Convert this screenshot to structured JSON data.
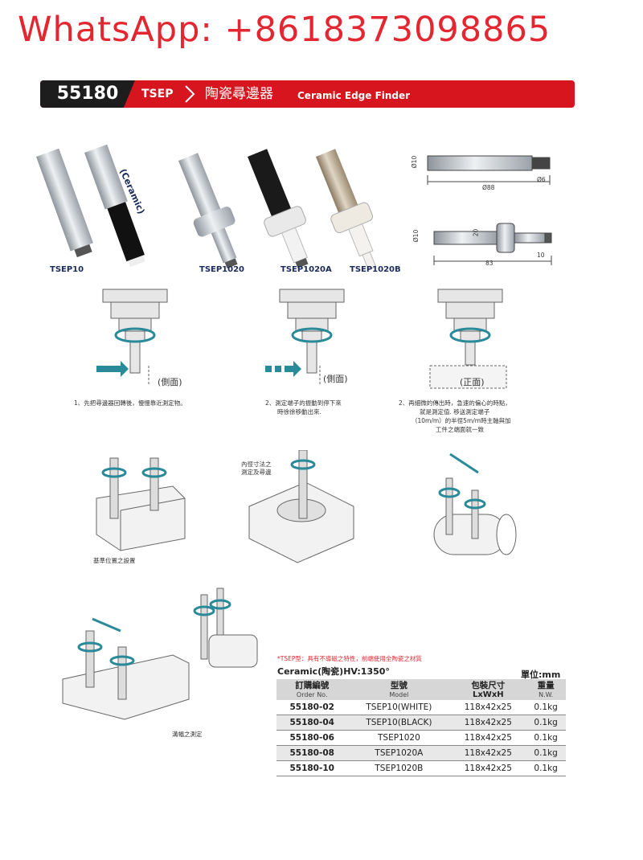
{
  "watermark": "WhatsApp: +8618373098865",
  "banner": {
    "code": "55180",
    "series": "TSEP",
    "title_cn": "陶瓷尋邊器",
    "title_en": "Ceramic Edge Finder"
  },
  "product_labels": {
    "ceramic_tag": "(Ceramic)",
    "p1": "TSEP10",
    "p2": "TSEP1020",
    "p3": "TSEP1020A",
    "p4": "TSEP1020B"
  },
  "dims": {
    "d10_top": "Ø10",
    "d6": "Ø6",
    "len88": "Ø88",
    "d10_bottom": "Ø10",
    "d20": "20",
    "len83": "83",
    "len10": "10"
  },
  "steps": {
    "side_view": "(側面)",
    "side_view2": "(側面)",
    "front_view": "(正面)",
    "step1": "1、先把尋邊器回轉後，慢慢靠近測定物。",
    "step2_l1": "2、測定端子的振動到停下來",
    "step2_l2": "時徐徐移動出來.",
    "step3_l1": "2、再細微的傳出時，急速的偏心的時點，",
    "step3_l2": "就是測定值. 移送測定端子",
    "step3_l3": "（10m/m）的半徑5m/m時主軸與加",
    "step3_l4": "工件之端面就一致"
  },
  "usage": {
    "ref_pos": "基準位置之設置",
    "inner_l1": "內徑寸法之",
    "inner_l2": "測定及尋邊",
    "groove": "溝幅之測定"
  },
  "spec": {
    "note": "*TSEP型：具有不導磁之特性，前端使用全陶瓷之材質",
    "material": "Ceramic(陶瓷)HV:1350°",
    "unit": "單位:mm",
    "headers": [
      {
        "cn": "訂購編號",
        "en": "Order No."
      },
      {
        "cn": "型號",
        "en": "Model"
      },
      {
        "cn": "包裝尺寸",
        "en": "LxWxH"
      },
      {
        "cn": "重量",
        "en": "N.W."
      }
    ],
    "rows": [
      {
        "order": "55180-02",
        "model": "TSEP10(WHITE)",
        "size": "118x42x25",
        "weight": "0.1kg"
      },
      {
        "order": "55180-04",
        "model": "TSEP10(BLACK)",
        "size": "118x42x25",
        "weight": "0.1kg"
      },
      {
        "order": "55180-06",
        "model": "TSEP1020",
        "size": "118x42x25",
        "weight": "0.1kg"
      },
      {
        "order": "55180-08",
        "model": "TSEP1020A",
        "size": "118x42x25",
        "weight": "0.1kg"
      },
      {
        "order": "55180-10",
        "model": "TSEP1020B",
        "size": "118x42x25",
        "weight": "0.1kg"
      }
    ]
  }
}
